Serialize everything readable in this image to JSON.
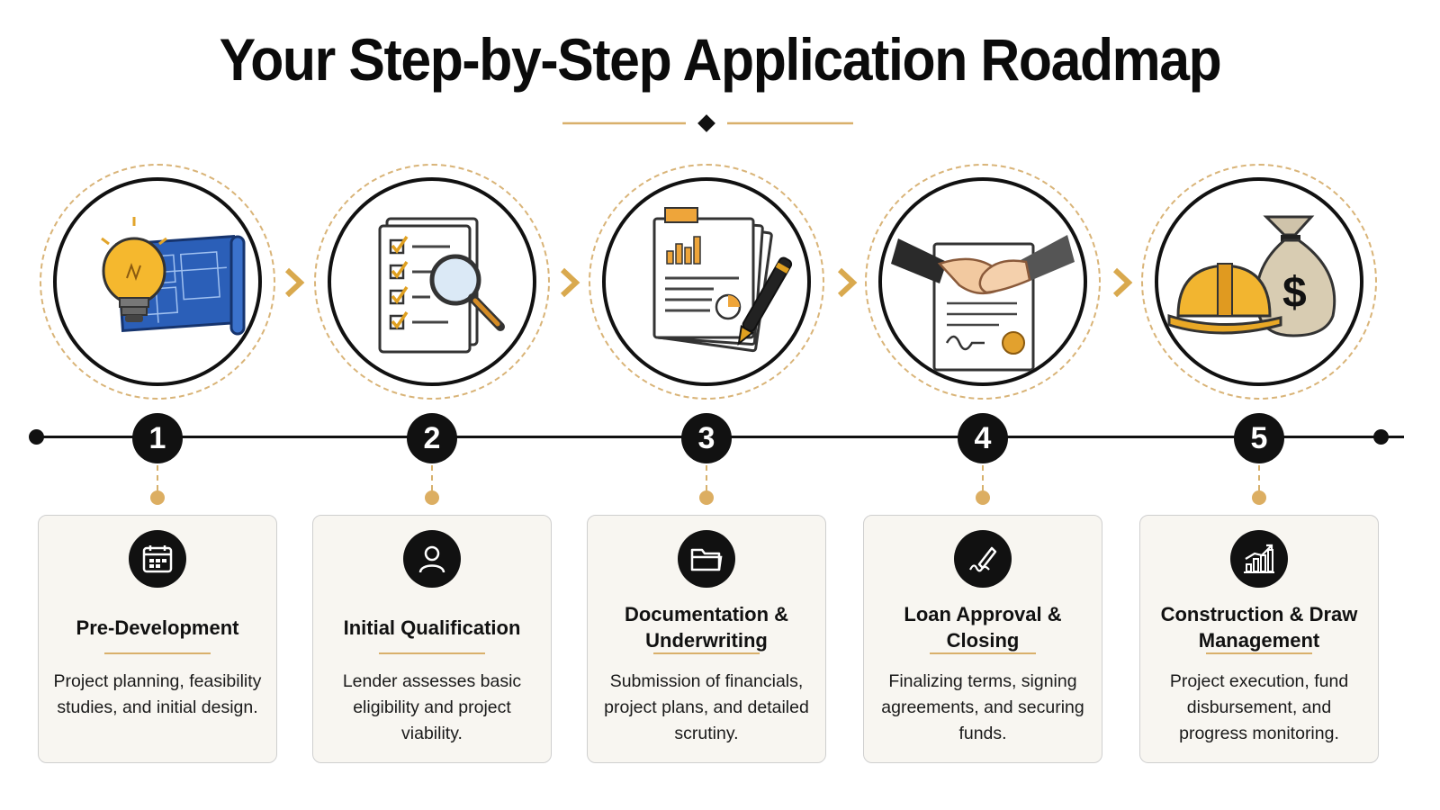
{
  "title": "Your Step-by-Step Application Roadmap",
  "colors": {
    "accent": "#dcae62",
    "ink": "#111111",
    "card_bg": "#f8f6f1"
  },
  "steps": [
    {
      "number": "1",
      "title": "Pre-Development",
      "description": "Project planning, feasibility studies, and initial design.",
      "illustration": "lightbulb-blueprint-icon",
      "card_icon": "calendar-icon"
    },
    {
      "number": "2",
      "title": "Initial Qualification",
      "description": "Lender assesses basic eligibility and project viability.",
      "illustration": "checklist-magnifier-icon",
      "card_icon": "user-icon"
    },
    {
      "number": "3",
      "title": "Documentation & Underwriting",
      "description": "Submission of financials, project plans, and detailed scrutiny.",
      "illustration": "documents-pen-icon",
      "card_icon": "folder-icon"
    },
    {
      "number": "4",
      "title": "Loan Approval & Closing",
      "description": "Finalizing terms, signing agreements, and securing funds.",
      "illustration": "handshake-contract-icon",
      "card_icon": "signature-pen-icon"
    },
    {
      "number": "5",
      "title": "Construction & Draw Management",
      "description": "Project execution, fund disbursement, and progress monitoring.",
      "illustration": "hardhat-moneybag-icon",
      "card_icon": "growth-chart-icon"
    }
  ]
}
